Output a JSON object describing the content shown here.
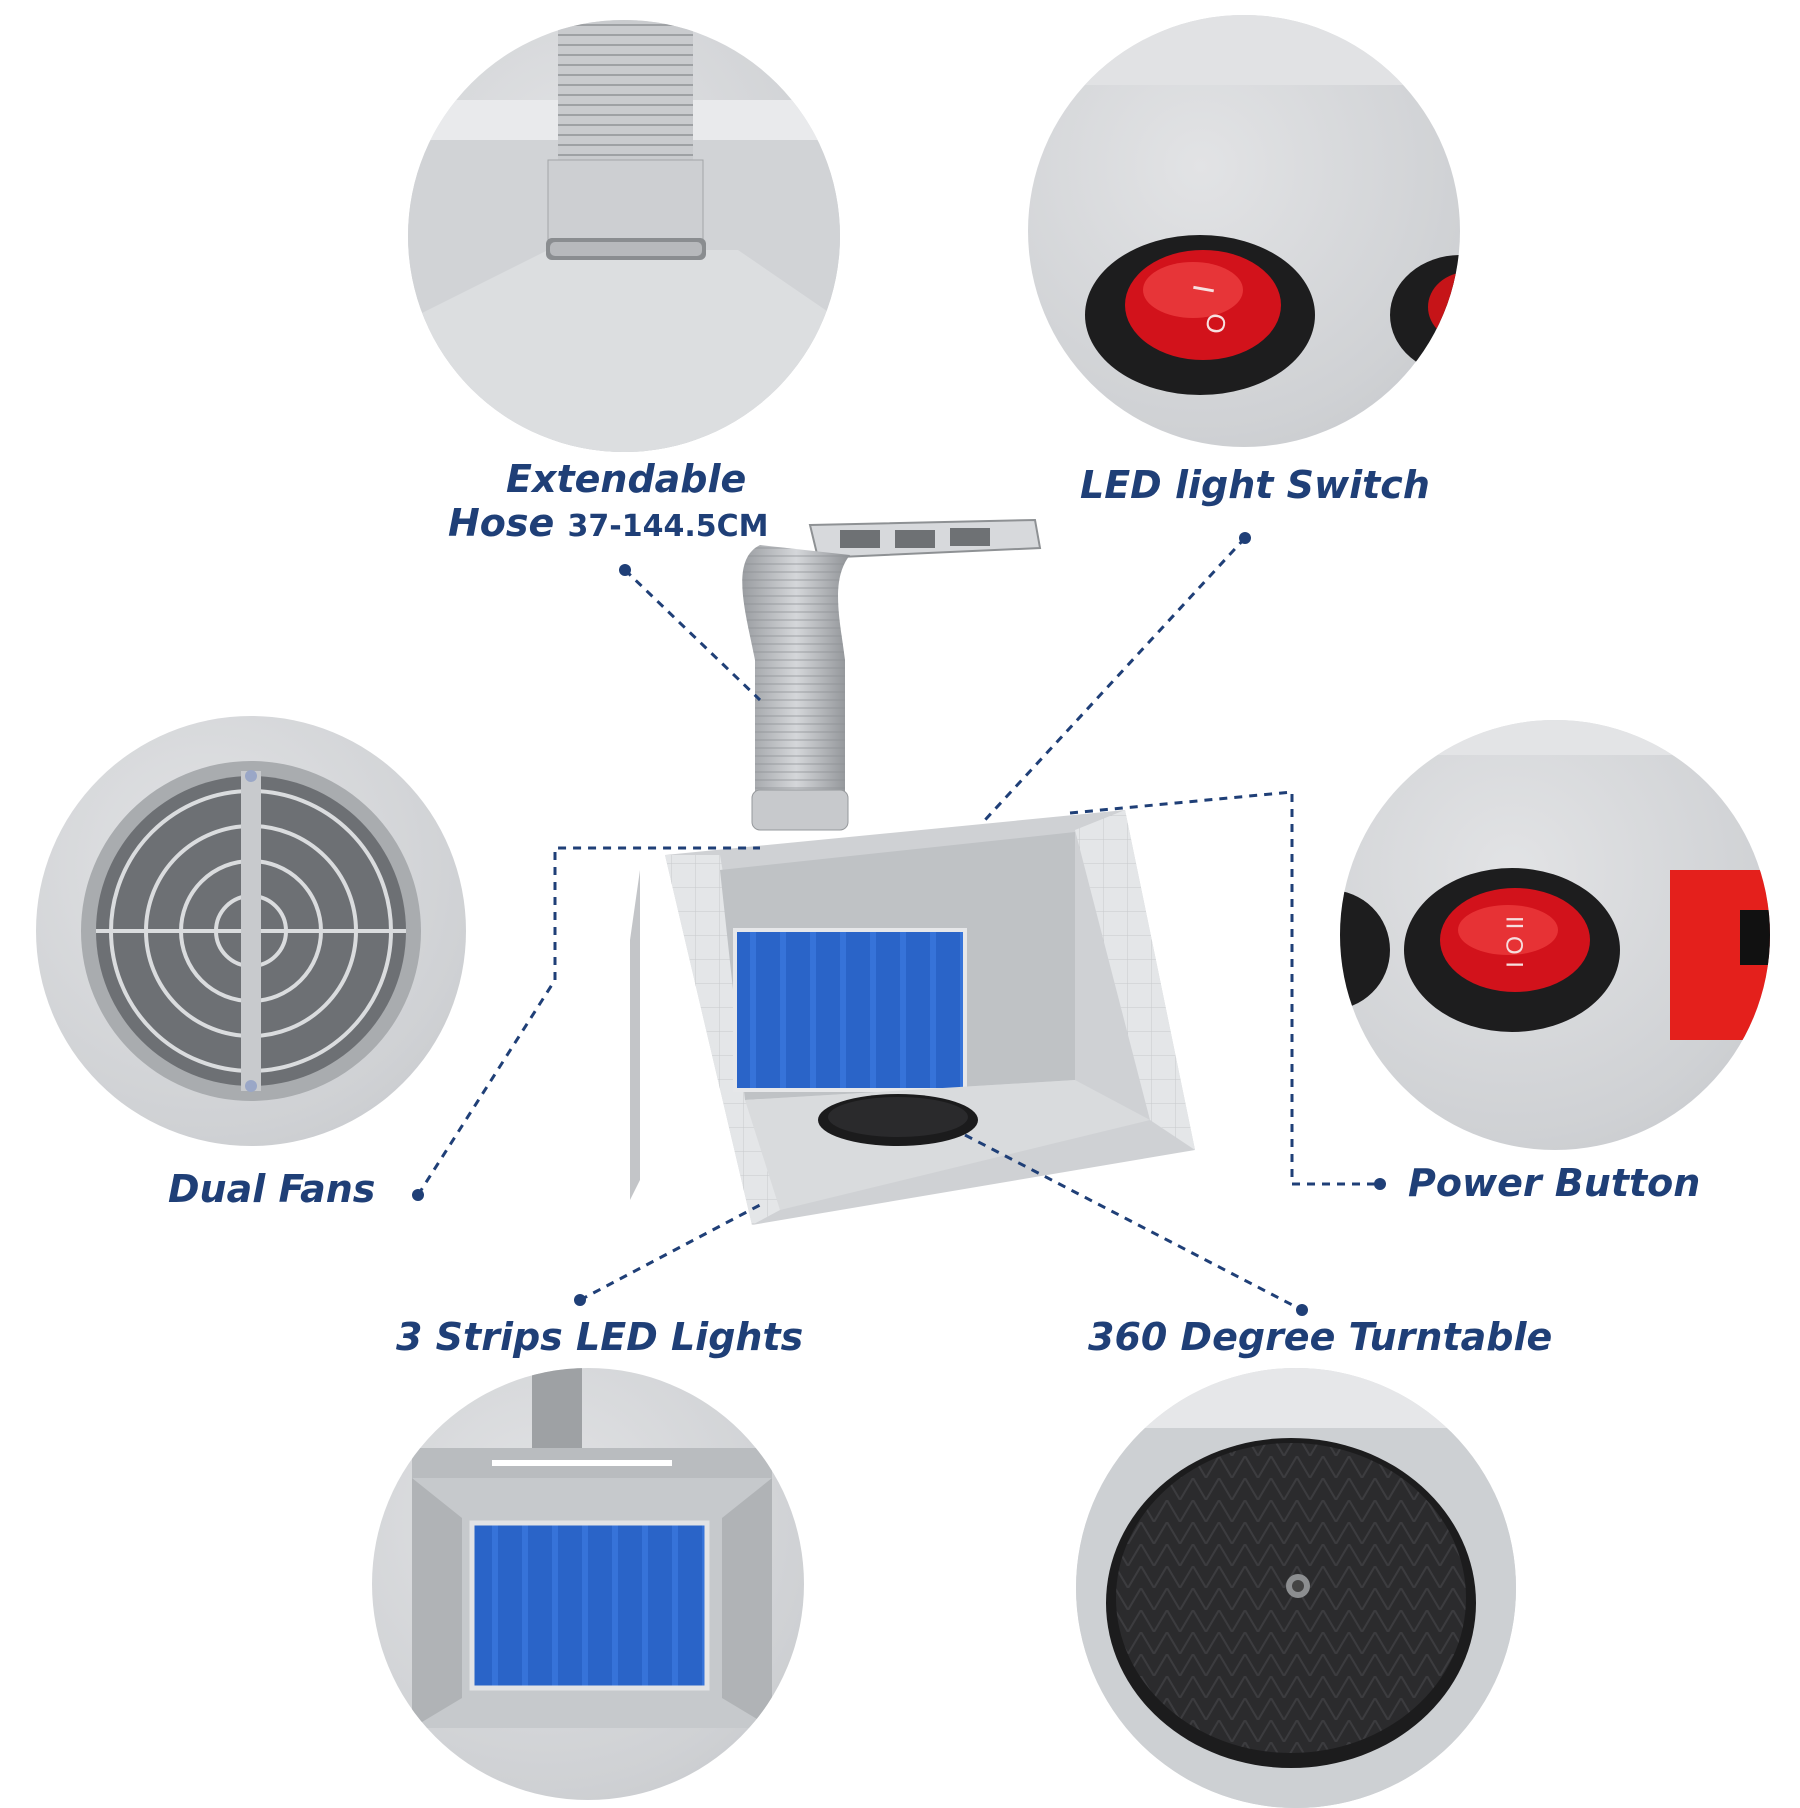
{
  "features": {
    "hose": {
      "line1": "Extendable",
      "line2": "Hose",
      "range": "37-144.5CM"
    },
    "led_switch": {
      "label": "LED light Switch"
    },
    "dual_fans": {
      "label": "Dual Fans"
    },
    "power_button": {
      "label": "Power Button"
    },
    "led_strips": {
      "label": "3 Strips LED Lights"
    },
    "turntable": {
      "label": "360 Degree Turntable"
    }
  },
  "switch_marks": {
    "led_on": "I",
    "led_off": "O",
    "power": "I O II"
  },
  "colors": {
    "label_text": "#1f3f77",
    "callout_line": "#1f3f77",
    "switch_red": "#e01a1a",
    "filter_blue": "#2a64c8",
    "body_grey": "#cfd1d4"
  }
}
